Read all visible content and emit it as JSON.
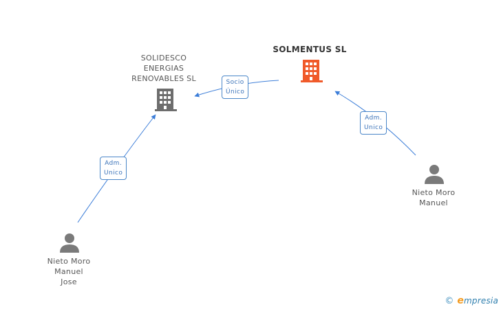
{
  "nodes": {
    "solidesco": {
      "lines": [
        "SOLIDESCO",
        "ENERGIAS",
        "RENOVABLES SL"
      ],
      "color": "#6d6d6d",
      "icon": "building-icon"
    },
    "solmentus": {
      "lines": [
        "SOLMENTUS SL"
      ],
      "color": "#f05a2a",
      "icon": "building-icon"
    },
    "nieto_jose": {
      "lines": [
        "Nieto Moro",
        "Manuel",
        "Jose"
      ],
      "color": "#7a7a7a",
      "icon": "person-icon"
    },
    "nieto_manuel": {
      "lines": [
        "Nieto Moro",
        "Manuel"
      ],
      "color": "#7a7a7a",
      "icon": "person-icon"
    }
  },
  "edges": {
    "socio": {
      "lines": [
        "Socio",
        "Único"
      ]
    },
    "adm_left": {
      "lines": [
        "Adm.",
        "Unico"
      ]
    },
    "adm_right": {
      "lines": [
        "Adm.",
        "Unico"
      ]
    }
  },
  "colors": {
    "edge": "#3b7dd8"
  },
  "brand": {
    "copyright": "©",
    "initial": "e",
    "rest": "mpresia"
  }
}
